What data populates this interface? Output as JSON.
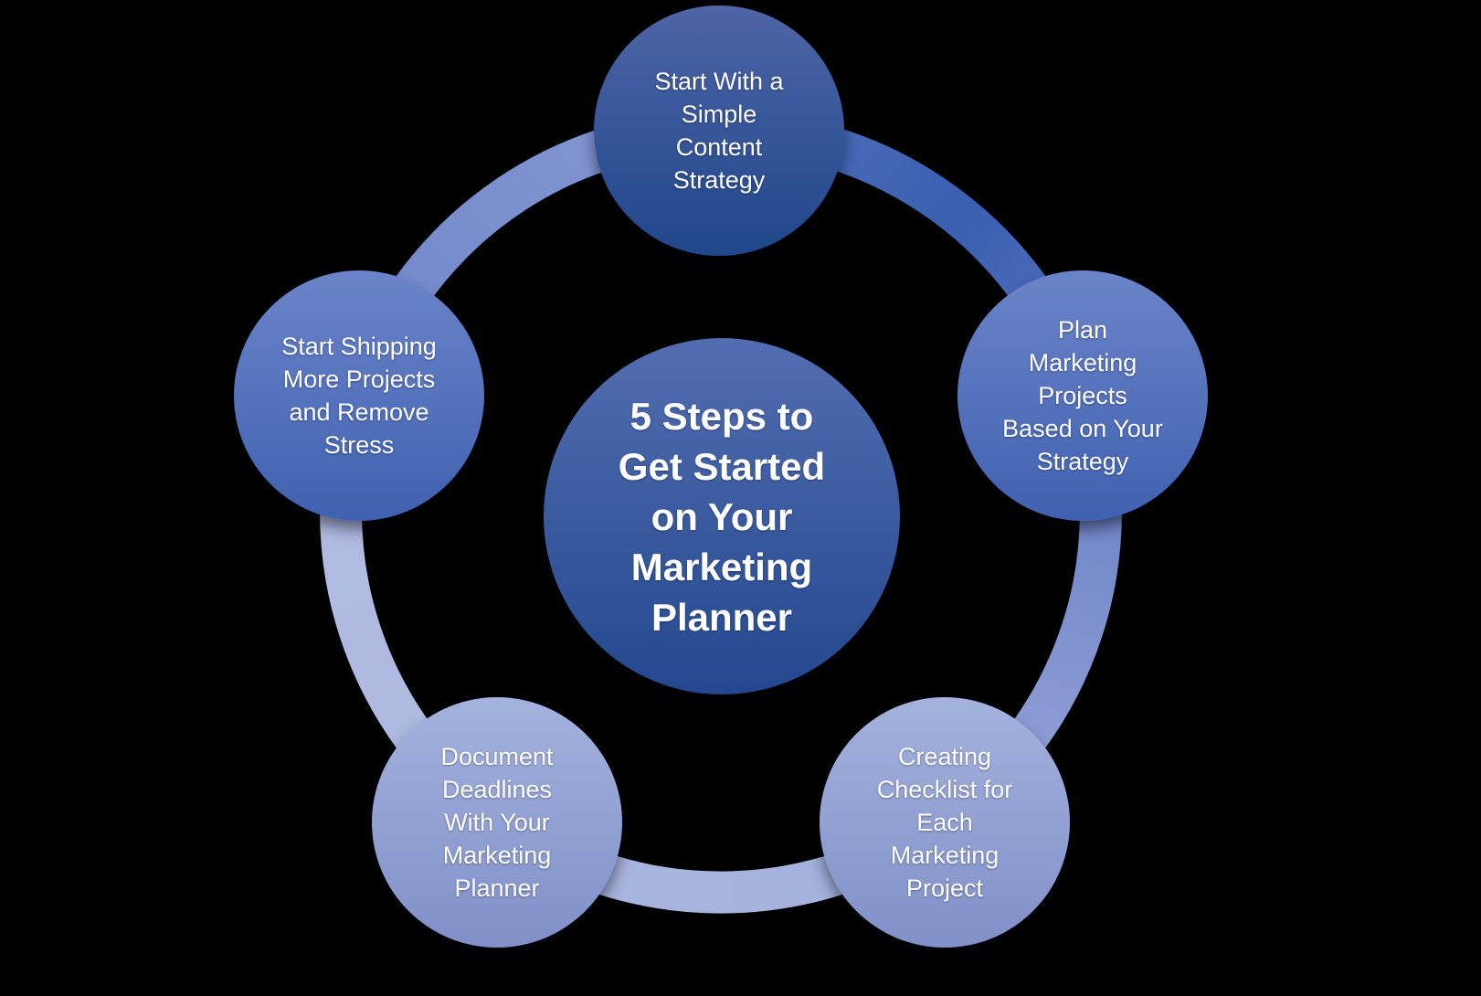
{
  "background_color": "#000000",
  "text_color": "#ffffff",
  "diagram": {
    "type": "cycle",
    "title": "5 Steps to Get Started on Your Marketing Planner",
    "center": {
      "label": "5 Steps to\nGet Started\non Your\nMarketing\nPlanner",
      "gradient": [
        "#536db0",
        "#23488f"
      ]
    },
    "steps": [
      {
        "position": "top",
        "label": "Start With a\nSimple\nContent\nStrategy",
        "gradient": [
          "#4e65a6",
          "#1f478a"
        ]
      },
      {
        "position": "right",
        "label": "Plan\nMarketing\nProjects\nBased on Your\nStrategy",
        "gradient": [
          "#6b84c9",
          "#4061b0"
        ]
      },
      {
        "position": "bottom-right",
        "label": "Creating\nChecklist for\nEach\nMarketing\nProject",
        "gradient": [
          "#a4b2dd",
          "#8090c8"
        ]
      },
      {
        "position": "bottom-left",
        "label": "Document\nDeadlines\nWith Your\nMarketing\nPlanner",
        "gradient": [
          "#a4b2dd",
          "#8090c8"
        ]
      },
      {
        "position": "left",
        "label": "Start Shipping\nMore Projects\nand Remove\nStress",
        "gradient": [
          "#6b84c9",
          "#4061b0"
        ]
      }
    ],
    "ring": {
      "stroke_width": 46,
      "segment_colors": {
        "left_to_top": [
          "#7187c9",
          "#8598d5"
        ],
        "top_to_right": [
          "#5070bd",
          "#3a5fb1",
          "#5573bd"
        ],
        "right_to_bottom_right": [
          "#6780c5",
          "#97a4d9"
        ],
        "bottom_right_to_bottom_left": [
          "#a3b0db",
          "#abb7e0"
        ],
        "bottom_left_to_left": [
          "#aeb9df",
          "#b2bce2"
        ]
      }
    }
  }
}
